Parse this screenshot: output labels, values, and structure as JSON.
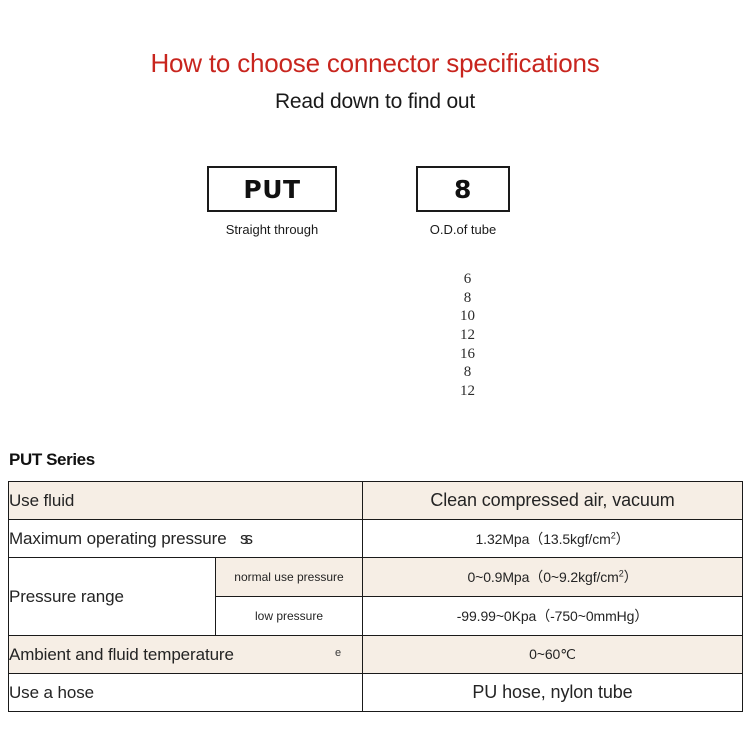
{
  "header": {
    "title": "How to choose connector specifications",
    "subtitle": "Read down to find out",
    "title_color": "#c8251e"
  },
  "selector": {
    "boxes": [
      {
        "code": "PUT",
        "caption": "Straight through"
      },
      {
        "code": "8",
        "caption": "O.D.of tube"
      }
    ],
    "size_options": [
      "6",
      "8",
      "10",
      "12",
      "16",
      "8",
      "12"
    ]
  },
  "series": {
    "heading": "PUT Series",
    "tint_color": "#f6eee5"
  },
  "spec_table": {
    "rows": [
      {
        "label": "Use fluid",
        "value": "Clean compressed air, vacuum"
      },
      {
        "label": "Maximum operating pressure",
        "value_main": "1.32Mpa",
        "value_paren": "（13.5kgf/cm",
        "value_sup": "2",
        "value_end": "）"
      },
      {
        "label": "Pressure range",
        "sub": [
          {
            "sub_label": "normal use pressure",
            "value_main": "0~0.9Mpa",
            "value_paren": "（0~9.2kgf/cm",
            "value_sup": "2",
            "value_end": "）"
          },
          {
            "sub_label": "low pressure",
            "value_main": "-99.99~0Kpa",
            "value_paren": "（-750~0mmHg）"
          }
        ]
      },
      {
        "label": "Ambient and fluid temperature",
        "artifact": "e",
        "value": "0~60℃"
      },
      {
        "label": "Use a hose",
        "value": "PU hose, nylon tube"
      }
    ],
    "artifacts": {
      "pressure_overlap": "ss"
    }
  }
}
